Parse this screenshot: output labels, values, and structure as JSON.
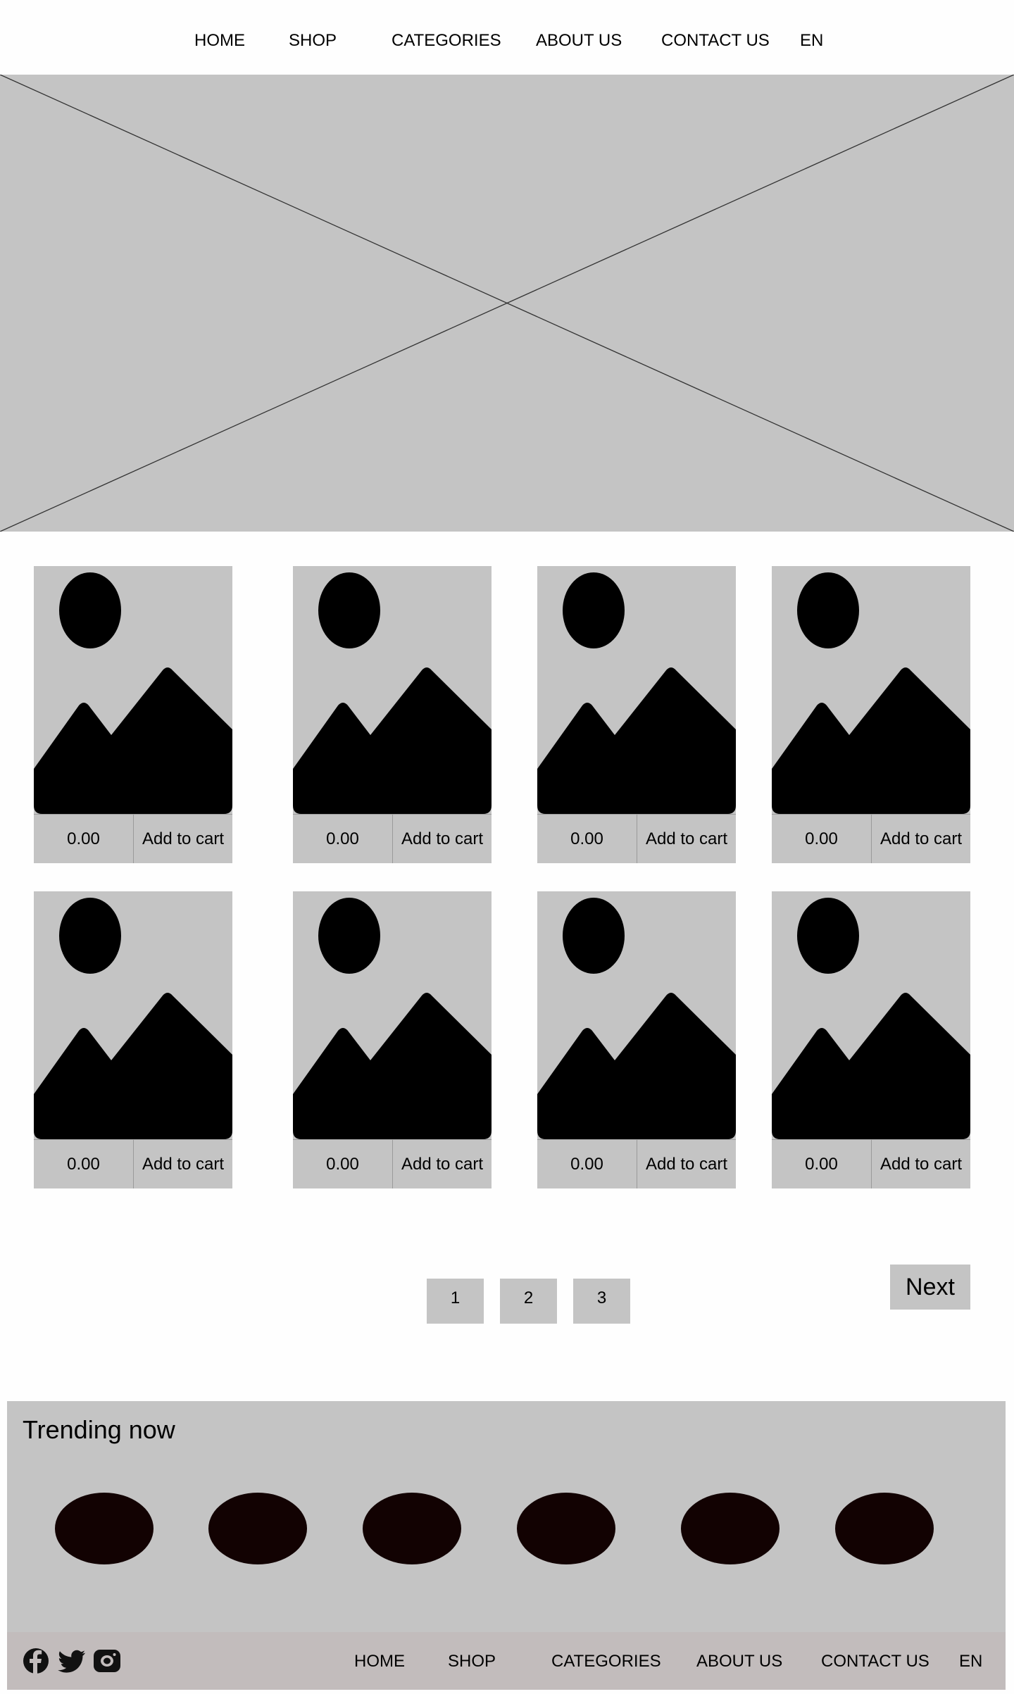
{
  "nav": {
    "items": [
      "HOME",
      "SHOP",
      "CATEGORIES",
      "ABOUT US",
      "CONTACT US",
      "EN"
    ]
  },
  "products": [
    {
      "price": "0.00",
      "cart_label": "Add to cart"
    },
    {
      "price": "0.00",
      "cart_label": "Add to cart"
    },
    {
      "price": "0.00",
      "cart_label": "Add to cart"
    },
    {
      "price": "0.00",
      "cart_label": "Add to cart"
    },
    {
      "price": "0.00",
      "cart_label": "Add to cart"
    },
    {
      "price": "0.00",
      "cart_label": "Add to cart"
    },
    {
      "price": "0.00",
      "cart_label": "Add to cart"
    },
    {
      "price": "0.00",
      "cart_label": "Add to cart"
    }
  ],
  "pagination": {
    "pages": [
      "1",
      "2",
      "3"
    ],
    "next_label": "Next"
  },
  "trending": {
    "title": "Trending now"
  },
  "footer": {
    "social_icons": [
      "facebook-icon",
      "twitter-icon",
      "instagram-icon"
    ],
    "nav": [
      "HOME",
      "SHOP",
      "CATEGORIES",
      "ABOUT US",
      "CONTACT US",
      "EN"
    ]
  },
  "colors": {
    "placeholder": "#c4c4c4",
    "trending_dot": "#120202",
    "footer_bg": "#c2bcbc"
  }
}
